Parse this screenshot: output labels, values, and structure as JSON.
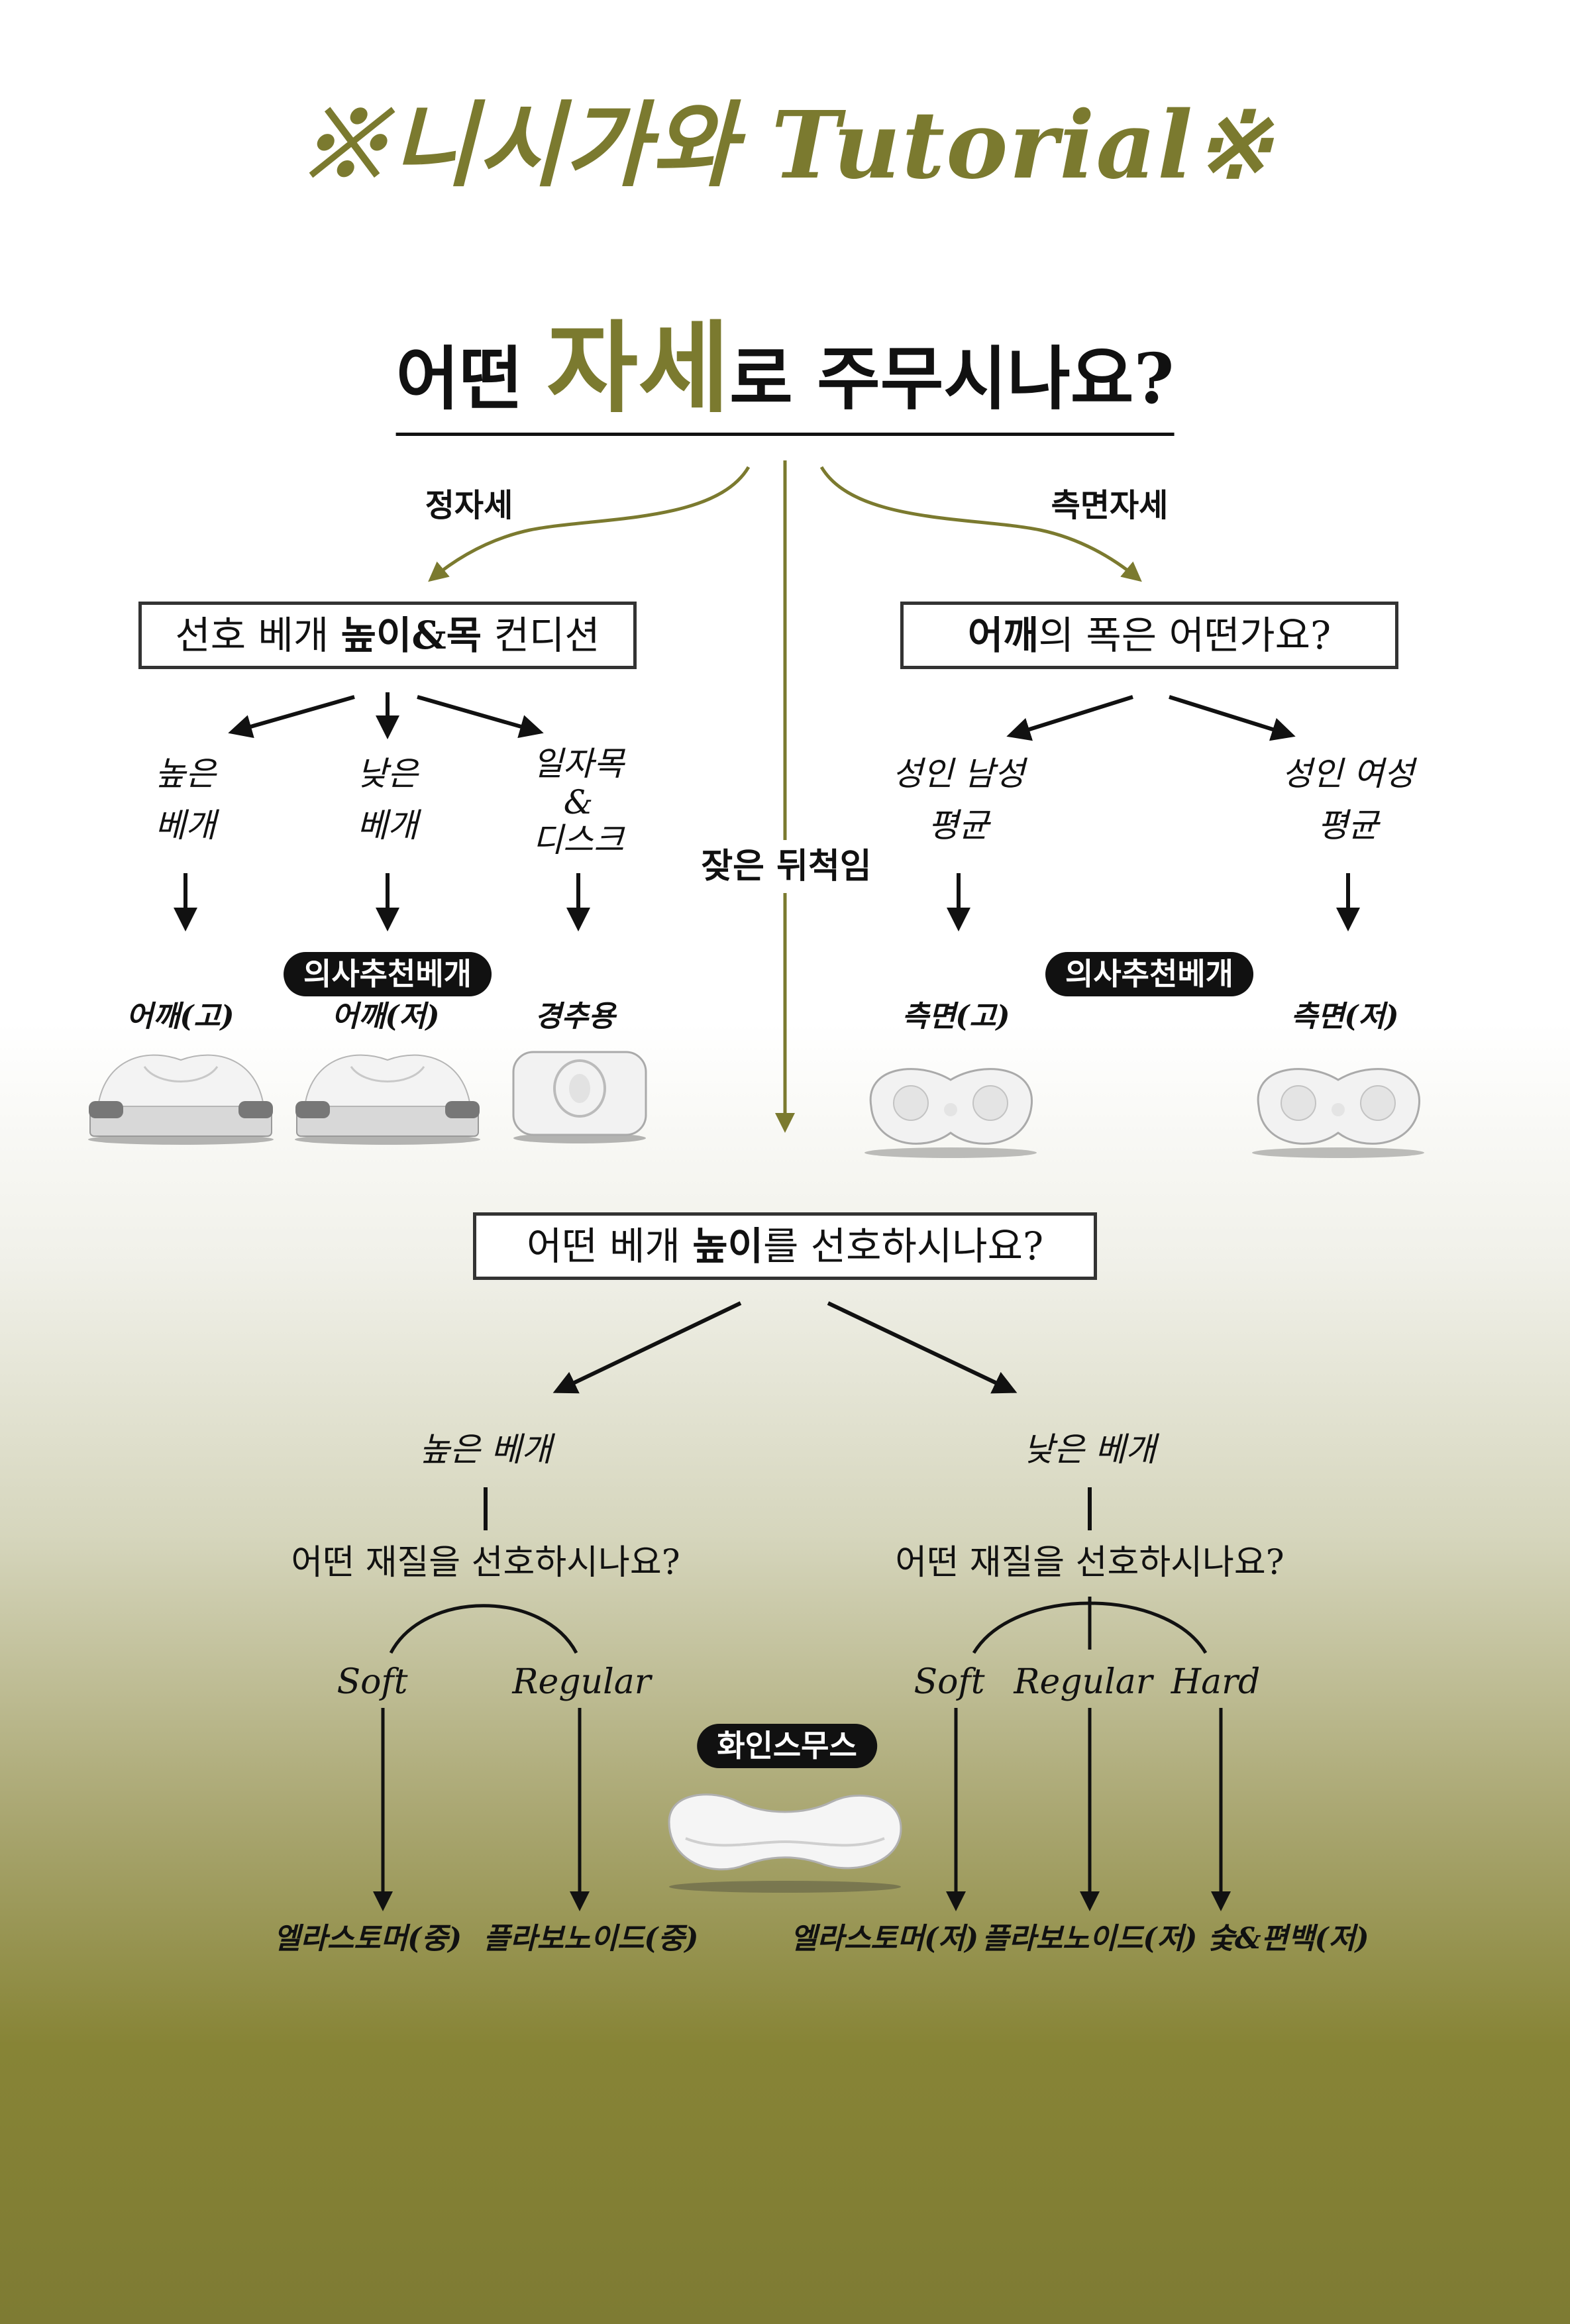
{
  "title": "※니시가와 Tutorial※",
  "question_main": {
    "prefix": "어떤 ",
    "emphasis": "자세",
    "suffix": "로 주무시나요?"
  },
  "posture_left": "정자세",
  "posture_right": "측면자세",
  "posture_center": "잦은 뒤척임",
  "box_left": {
    "p1": "선호 베개 ",
    "b1": "높이",
    "p2": "&",
    "b2": "목",
    "p3": " 컨디션"
  },
  "box_right": {
    "b1": "어깨",
    "p1": "의 폭은 어떤가요?"
  },
  "left_options": [
    {
      "line1": "높은",
      "line2": "베개",
      "line3": ""
    },
    {
      "line1": "낮은",
      "line2": "베개",
      "line3": ""
    },
    {
      "line1": "일자목",
      "line2": "&",
      "line3": "디스크"
    }
  ],
  "right_options": [
    {
      "line1": "성인 남성",
      "line2": "평균"
    },
    {
      "line1": "성인 여성",
      "line2": "평균"
    }
  ],
  "doctor_badge": "의사추천베개",
  "left_products": [
    "어깨(고)",
    "어깨(저)",
    "경추용"
  ],
  "right_products": [
    "측면(고)",
    "측면(저)"
  ],
  "box_height": {
    "p1": "어떤 베개 ",
    "b1": "높이",
    "p2": "를 선호하시나요?"
  },
  "height_options": [
    "높은 베개",
    "낮은 베개"
  ],
  "material_question": "어떤 재질을 선호하시나요?",
  "materials_left": [
    "Soft",
    "Regular"
  ],
  "materials_right": [
    "Soft",
    "Regular",
    "Hard"
  ],
  "fine_smooth_badge": "화인스무스",
  "final_products": [
    "엘라스토머(중)",
    "플라보노이드(중)",
    "엘라스토머(저)",
    "플라보노이드(저)",
    "숯&편백(저)"
  ],
  "colors": {
    "olive": "#7b7a2f",
    "black": "#111111"
  }
}
